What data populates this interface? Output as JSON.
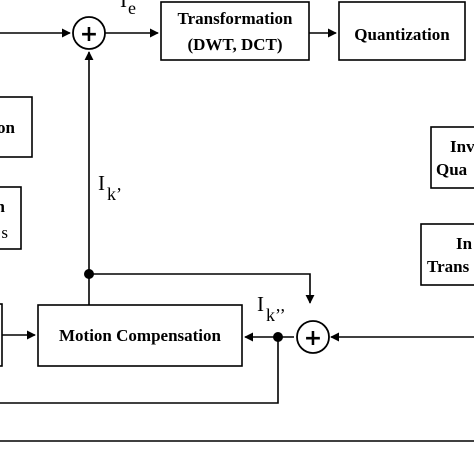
{
  "blocks": {
    "transformation_line1": "Transformation",
    "transformation_line2": "(DWT, DCT)",
    "quantization": "Quantization",
    "motion_compensation": "Motion Compensation",
    "left_box_mid_fragment": "on",
    "left_box_lower_fragment_line1": "n",
    "left_box_lower_fragment_line2": "s",
    "inverse_quant_line1": "Inv",
    "inverse_quant_line2": "Qua",
    "inverse_transform_line1": "In",
    "inverse_transform_line2": "Trans"
  },
  "signals": {
    "top_symbol": "I",
    "top_subscript": "e",
    "vertical_symbol": "I",
    "vertical_subscript": "k’",
    "feedback_symbol": "I",
    "feedback_subscript": "k’’"
  },
  "operators": {
    "adder_top": "+",
    "adder_bottom": "+"
  }
}
